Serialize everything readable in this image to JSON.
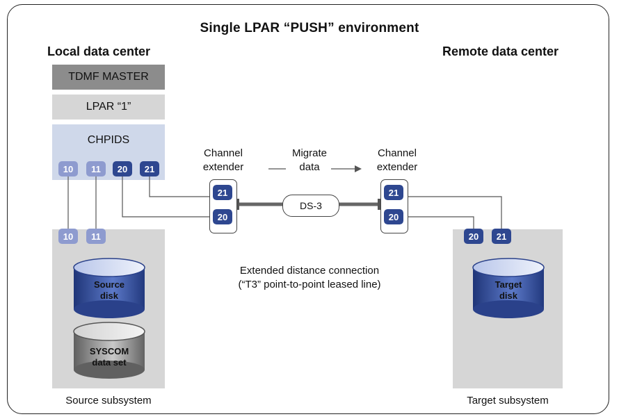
{
  "title": "Single LPAR “PUSH” environment",
  "local": {
    "heading": "Local data center",
    "master_label": "TDMF MASTER",
    "lpar_label": "LPAR “1”",
    "chpids_label": "CHPIDS",
    "chpids": [
      "10",
      "11",
      "20",
      "21"
    ],
    "subsystem_ports": [
      "10",
      "11"
    ],
    "source_disk": "Source\ndisk",
    "syscom": "SYSCOM\ndata set",
    "subsystem_label": "Source subsystem"
  },
  "remote": {
    "heading": "Remote data center",
    "subsystem_ports": [
      "20",
      "21"
    ],
    "target_disk": "Target\ndisk",
    "subsystem_label": "Target subsystem"
  },
  "connection": {
    "left_extender_label": "Channel\nextender",
    "right_extender_label": "Channel\nextender",
    "migrate_label": "Migrate\ndata",
    "left_ports": [
      "21",
      "20"
    ],
    "right_ports": [
      "21",
      "20"
    ],
    "link_label": "DS-3",
    "description_line1": "Extended distance connection",
    "description_line2": "(“T3” point-to-point leased line)"
  },
  "colors": {
    "chip_light": "#8e9bcf",
    "chip_dark": "#2e4790",
    "chpid_panel": "#cfd8ea",
    "panel_grey": "#d6d6d6",
    "master_grey": "#8c8c8c",
    "disk_blue": "#3b56a8",
    "disk_grey": "#8f8f8f"
  }
}
